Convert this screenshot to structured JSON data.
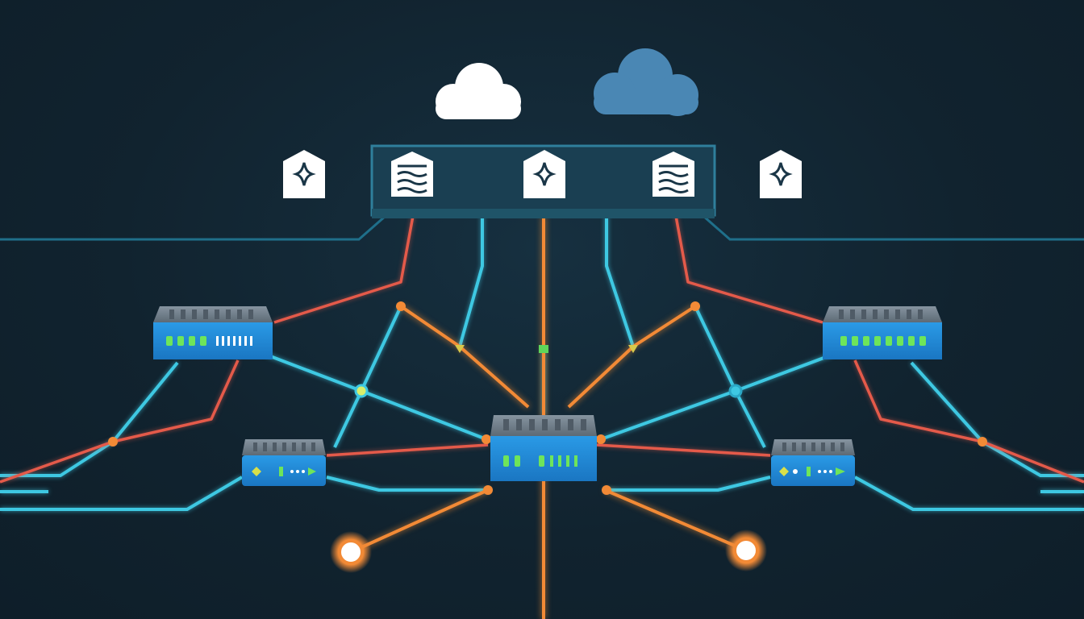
{
  "colors": {
    "background": "#11232f",
    "link_cyan": "#3ec8e2",
    "link_orange": "#f28a36",
    "link_red": "#e45a4a",
    "device_blue": "#1f8ad8",
    "device_top": "#6f7d88",
    "led_green": "#6ee55a",
    "cloud_white": "#ffffff",
    "cloud_blue": "#4a87b4",
    "panel_bg": "#1a3f52",
    "panel_border": "#2f7f9c"
  },
  "diagram": {
    "clouds": [
      {
        "name": "private-cloud",
        "color": "white"
      },
      {
        "name": "public-cloud",
        "color": "blue"
      }
    ],
    "gateway_panel": {
      "icons": [
        "database-icon",
        "shield-icon",
        "database-icon"
      ]
    },
    "outer_icons": [
      "shield-icon",
      "shield-icon"
    ],
    "switches": [
      {
        "name": "switch-upper-left",
        "type": "large"
      },
      {
        "name": "switch-upper-right",
        "type": "large"
      },
      {
        "name": "core-switch",
        "type": "core"
      },
      {
        "name": "router-left",
        "type": "small"
      },
      {
        "name": "router-right",
        "type": "small"
      }
    ],
    "endpoints": [
      {
        "name": "endpoint-left",
        "status": "active"
      },
      {
        "name": "endpoint-right",
        "status": "active"
      }
    ]
  }
}
